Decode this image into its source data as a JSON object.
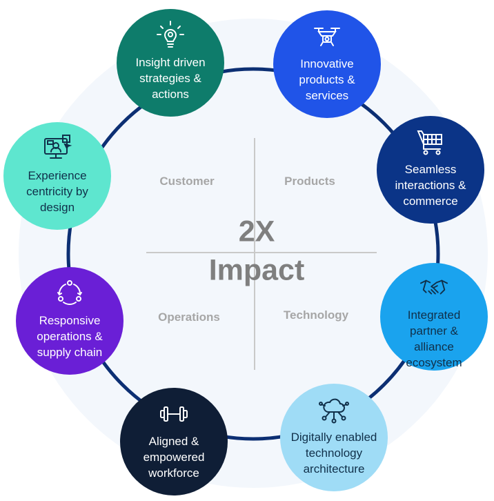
{
  "center": {
    "line1": "2X",
    "line2": "Impact"
  },
  "quadrants": [
    {
      "key": "customer",
      "label": "Customer"
    },
    {
      "key": "products",
      "label": "Products"
    },
    {
      "key": "operations",
      "label": "Operations"
    },
    {
      "key": "technology",
      "label": "Technology"
    }
  ],
  "nodes": [
    {
      "key": "insight",
      "label": "Insight driven\nstrategies &\nactions",
      "color": "#0e7c6b",
      "icon": "lightbulb-gear-icon",
      "theme": "dark"
    },
    {
      "key": "innovative",
      "label": "Innovative\nproducts &\nservices",
      "color": "#2054e8",
      "icon": "drone-icon",
      "theme": "dark"
    },
    {
      "key": "seamless",
      "label": "Seamless\ninteractions &\ncommerce",
      "color": "#0b3487",
      "icon": "shopping-cart-icon",
      "theme": "dark"
    },
    {
      "key": "integrated",
      "label": "Integrated\npartner &\nalliance\necosystem",
      "color": "#1aa3ee",
      "icon": "handshake-icon",
      "theme": "light"
    },
    {
      "key": "digital",
      "label": "Digitally enabled\ntechnology\narchitecture",
      "color": "#9fdcf6",
      "icon": "cloud-network-icon",
      "theme": "light"
    },
    {
      "key": "aligned",
      "label": "Aligned &\nempowered\nworkforce",
      "color": "#0f1e36",
      "icon": "dumbbell-icon",
      "theme": "dark"
    },
    {
      "key": "responsive",
      "label": "Responsive\noperations &\nsupply chain",
      "color": "#6a1fd6",
      "icon": "cycle-arrows-icon",
      "theme": "dark"
    },
    {
      "key": "experience",
      "label": "Experience\ncentricity by\ndesign",
      "color": "#5ee6cf",
      "icon": "monitor-user-icon",
      "theme": "light"
    }
  ],
  "colors": {
    "ring": "#0c2f73",
    "divider": "#c9c9c9",
    "halo": "#f3f7fc"
  }
}
